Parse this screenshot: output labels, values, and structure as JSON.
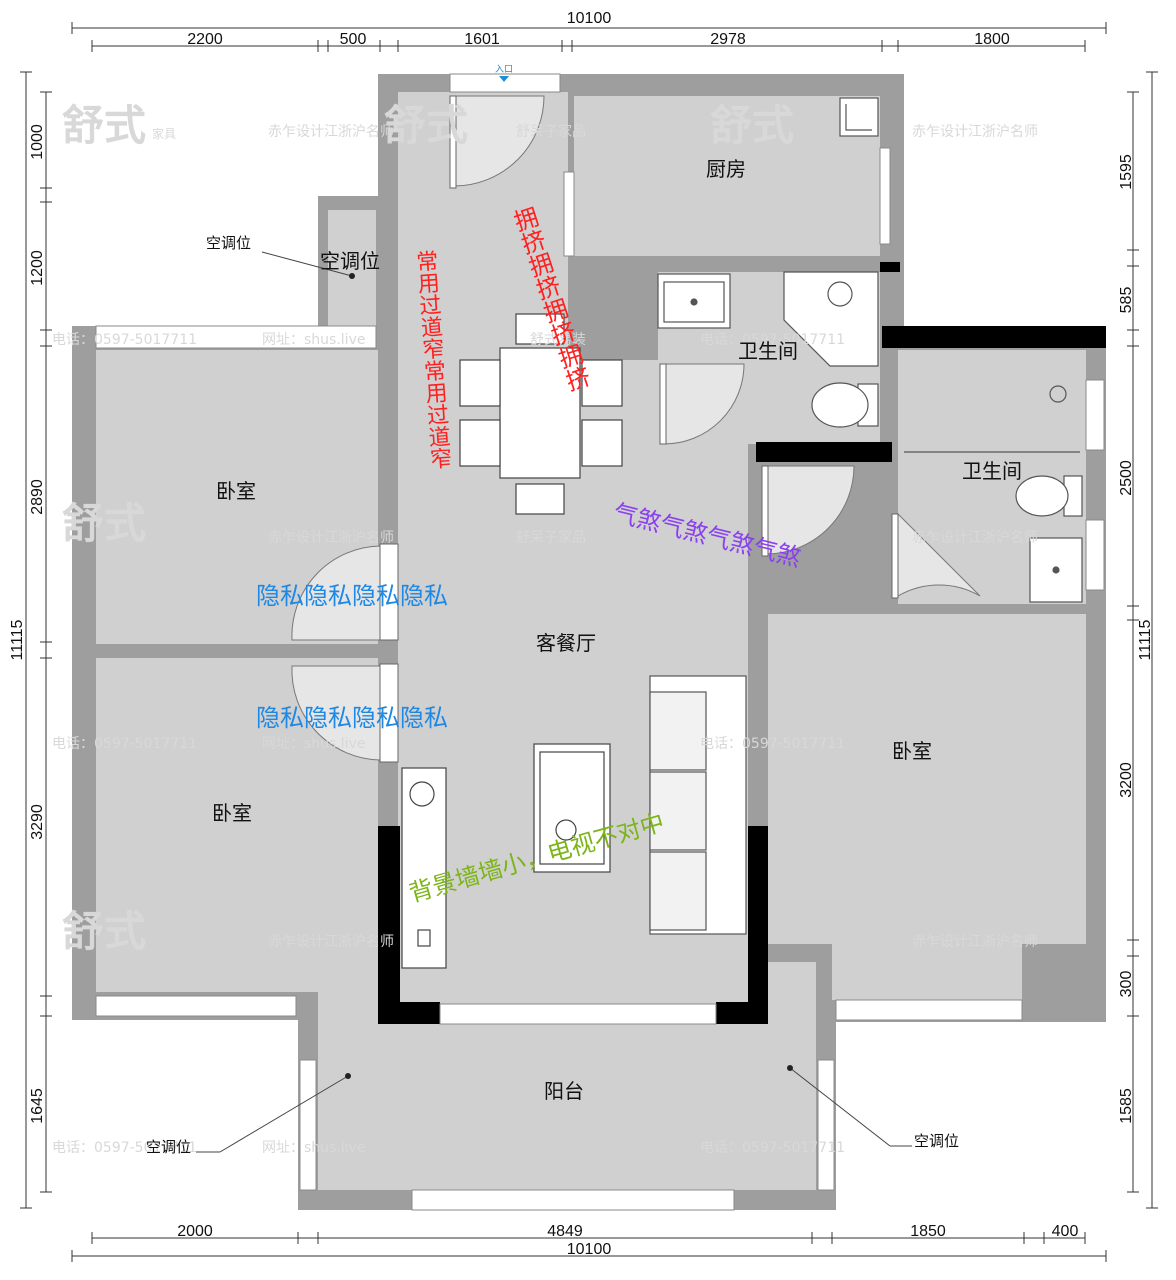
{
  "dimensions": {
    "top_total": "10100",
    "top": [
      "2200",
      "500",
      "1601",
      "2978",
      "1800"
    ],
    "bottom_total": "10100",
    "bottom": [
      "2000",
      "4849",
      "1850",
      "400"
    ],
    "left_total": "11115",
    "left": [
      "1000",
      "1200",
      "2890",
      "3290",
      "1645"
    ],
    "right_total": "11115",
    "right": [
      "1595",
      "585",
      "2500",
      "3200",
      "300",
      "1585"
    ]
  },
  "rooms": {
    "kitchen": "厨房",
    "bath_main": "卫生间",
    "bath_ensuite": "卫生间",
    "bedroom_upper_left": "卧室",
    "bedroom_lower_left": "卧室",
    "bedroom_right": "卧室",
    "living": "客餐厅",
    "balcony": "阳台",
    "entrance": "入口"
  },
  "ac_labels": {
    "ac_top_callout": "空调位",
    "ac_top_box": "空调位",
    "ac_bottom_left": "空调位",
    "ac_bottom_right": "空调位"
  },
  "annotations": {
    "corridor_crowded": "拥挤拥挤拥挤拥挤",
    "corridor_narrow": "常用过道窄常用过道窄",
    "door_clash": "气煞气煞气煞气煞",
    "privacy_upper": "隐私隐私隐私隐私",
    "privacy_lower": "隐私隐私隐私隐私",
    "tv_wall": "背景墙墙小，电视不对中"
  },
  "watermarks": {
    "brand_logo": "舒式",
    "brand_suffix": "家具",
    "designer": "赤乍设计江浙沪名师",
    "brand_alt": "舒呆子家品",
    "brand_deco": "舒式易装",
    "phone": "电话：0597-5017711",
    "site": "网址：shus.live"
  },
  "colors": {
    "room_fill": "#d0d0d0",
    "wall": "#9e9e9e",
    "wall_dark": "#000000",
    "red_note": "#ff2020",
    "purple_note": "#8a3ff0",
    "blue_note": "#1e88e5",
    "green_note": "#7cb518"
  }
}
